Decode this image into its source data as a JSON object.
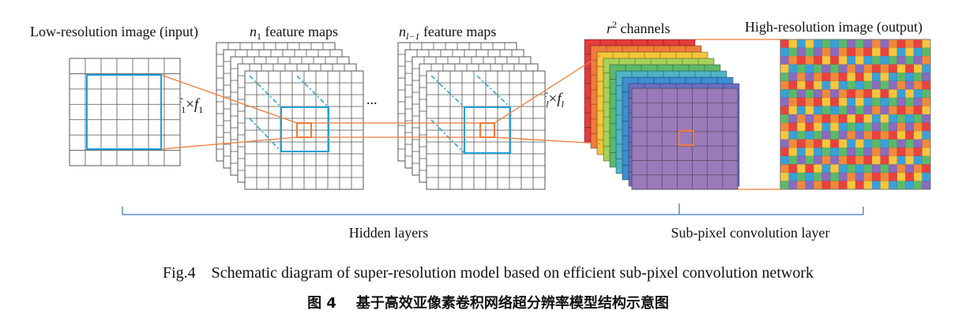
{
  "labels": {
    "input": "Low-resolution image (input)",
    "n1_prefix": "n",
    "n1_sub": "1",
    "n1_suffix": " feature maps",
    "nl_prefix": "n",
    "nl_sub": "l−1",
    "nl_suffix": " feature maps",
    "r2_base": "r",
    "r2_sup": "2",
    "r2_suffix": " channels",
    "output": "High-resolution image (output)",
    "f1_a": "f",
    "f1_a_sub": "1",
    "f1_times": "×",
    "f1_b": "f",
    "f1_b_sub": "1",
    "fl_a": "f",
    "fl_a_sub": "l",
    "fl_times": "×",
    "fl_b": "f",
    "fl_b_sub": "l",
    "ellipsis": "...",
    "hidden": "Hidden layers",
    "subpixel": "Sub-pixel convolution layer"
  },
  "caption": {
    "en": "Fig.4    Schematic diagram of super-resolution model based on efficient sub-pixel convolution network",
    "zh": "图 4    基于高效亚像素卷积网络超分辨率模型结构示意图"
  },
  "colors": {
    "grid": "#555555",
    "window": "#1fa0d8",
    "highlight": "#f07a3a",
    "channels": [
      "#e53b3b",
      "#f07d3a",
      "#f3c63b",
      "#a8d05a",
      "#5cba6a",
      "#4fb3c8",
      "#3c8fd0",
      "#6a6fc4",
      "#9a7ab8"
    ],
    "output_palette": [
      "#e8423f",
      "#f6c73e",
      "#3aa0d8",
      "#5cb96a",
      "#8a6bbf",
      "#f08a3a"
    ]
  }
}
